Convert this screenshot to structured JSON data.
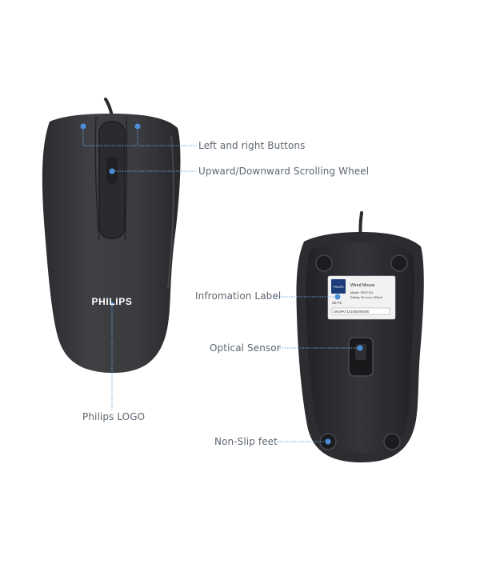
{
  "top_mouse": {
    "brand_logo": "PHILIPS",
    "callouts": {
      "buttons": "Left and right Buttons",
      "wheel": "Upward/Downward Scrolling Wheel",
      "logo": "Philips LOGO"
    }
  },
  "bottom_mouse": {
    "label": {
      "brand": "PHILIPS",
      "product": "Wired Mouse",
      "model": "Model:  SPK7101",
      "rating": "Rating:  5V ═══ 100mA",
      "marks": "CE FC",
      "serial": "DKSPK7101000000000"
    },
    "callouts": {
      "info_label": "Infromation Label",
      "sensor": "Optical Sensor",
      "feet": "Non-Slip feet"
    }
  },
  "colors": {
    "shell": "#3a3b3e",
    "shell_dark": "#25262a",
    "leader": "#5b9bd5",
    "dot": "#4a8fd8",
    "text": "#5d6670"
  }
}
